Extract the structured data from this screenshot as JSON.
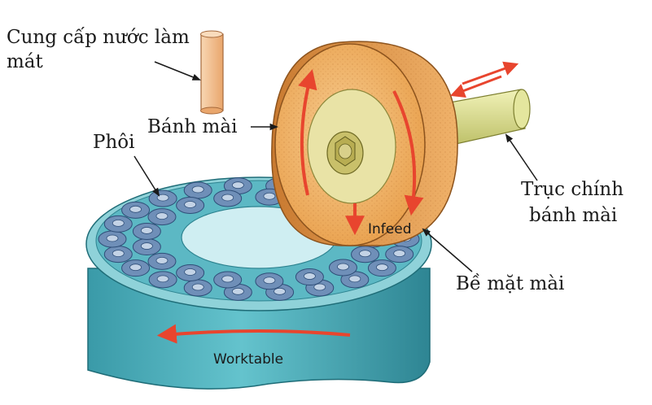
{
  "labels": {
    "coolant_line1": "Cung cấp nước làm",
    "coolant_line2": "mát",
    "grinding_wheel": "Bánh mài",
    "workpiece": "Phôi",
    "spindle_line1": "Trục chính",
    "spindle_line2": "bánh mài",
    "grinding_surface": "Bề mặt mài",
    "infeed": "Infeed",
    "worktable": "Worktable"
  },
  "colors": {
    "worktable_body": "#4fb3bf",
    "worktable_dark": "#2e8c98",
    "wheel_face": "#f2b46a",
    "wheel_rim": "#d98a3c",
    "hub": "#e8e2a8",
    "spindle": "#d9dc8c",
    "coolant_pipe": "#f6c79a",
    "workpiece": "#6f8fb8",
    "arrow": "#e8452e"
  },
  "icons": {
    "direction_arrow": "red-arrow-icon",
    "leader_arrow": "black-leader-arrow-icon"
  }
}
